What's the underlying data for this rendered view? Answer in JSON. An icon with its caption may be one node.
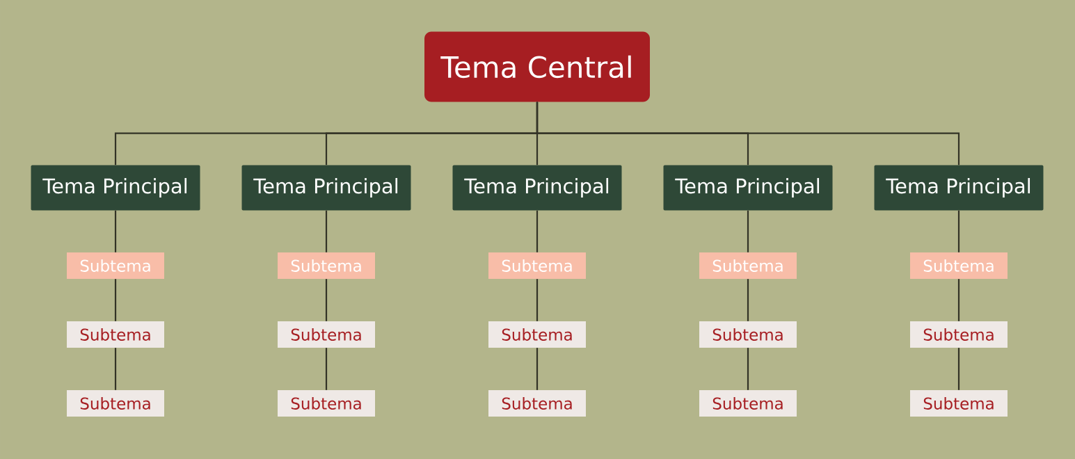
{
  "diagram": {
    "nodes": [
      {
        "text": [
          "Tema Central"
        ]
      },
      {
        "text": [
          "Tema Principal"
        ]
      },
      {
        "text": [
          "Tema Principal"
        ]
      },
      {
        "text": [
          "Tema Principal"
        ]
      },
      {
        "text": [
          "Tema Principal"
        ]
      },
      {
        "text": [
          "Tema Principal"
        ]
      },
      {
        "text": [
          "Subtema"
        ]
      },
      {
        "text": [
          "Subtema"
        ]
      },
      {
        "text": [
          "Subtema"
        ]
      },
      {
        "text": [
          "Subtema"
        ]
      },
      {
        "text": [
          "Subtema"
        ]
      },
      {
        "text": [
          "Subtema"
        ]
      },
      {
        "text": [
          "Subtema"
        ]
      },
      {
        "text": [
          "Subtema"
        ]
      },
      {
        "text": [
          "Subtema"
        ]
      },
      {
        "text": [
          "Subtema"
        ]
      },
      {
        "text": [
          "Subtema"
        ]
      },
      {
        "text": [
          "Subtema"
        ]
      },
      {
        "text": [
          "Subtema"
        ]
      },
      {
        "text": [
          "Subtema"
        ]
      },
      {
        "text": [
          "Subtema"
        ]
      }
    ],
    "edges": [
      {
        "from": 0,
        "to": 1,
        "arrow": "none"
      },
      {
        "from": 0,
        "to": 2,
        "arrow": "none"
      },
      {
        "from": 0,
        "to": 3,
        "arrow": "none"
      },
      {
        "from": 0,
        "to": 4,
        "arrow": "none"
      },
      {
        "from": 0,
        "to": 5,
        "arrow": "none"
      },
      {
        "from": 1,
        "to": 6,
        "arrow": "none"
      },
      {
        "from": 2,
        "to": 7,
        "arrow": "none"
      },
      {
        "from": 3,
        "to": 8,
        "arrow": "none"
      },
      {
        "from": 4,
        "to": 9,
        "arrow": "none"
      },
      {
        "from": 5,
        "to": 10,
        "arrow": "none"
      },
      {
        "from": 6,
        "to": 11,
        "arrow": "none"
      },
      {
        "from": 7,
        "to": 12,
        "arrow": "none"
      },
      {
        "from": 8,
        "to": 13,
        "arrow": "none"
      },
      {
        "from": 9,
        "to": 14,
        "arrow": "none"
      },
      {
        "from": 10,
        "to": 15,
        "arrow": "none"
      },
      {
        "from": 11,
        "to": 16,
        "arrow": "none"
      },
      {
        "from": 12,
        "to": 17,
        "arrow": "none"
      },
      {
        "from": 13,
        "to": 18,
        "arrow": "none"
      },
      {
        "from": 14,
        "to": 19,
        "arrow": "none"
      },
      {
        "from": 15,
        "to": 20,
        "arrow": "none"
      }
    ]
  }
}
